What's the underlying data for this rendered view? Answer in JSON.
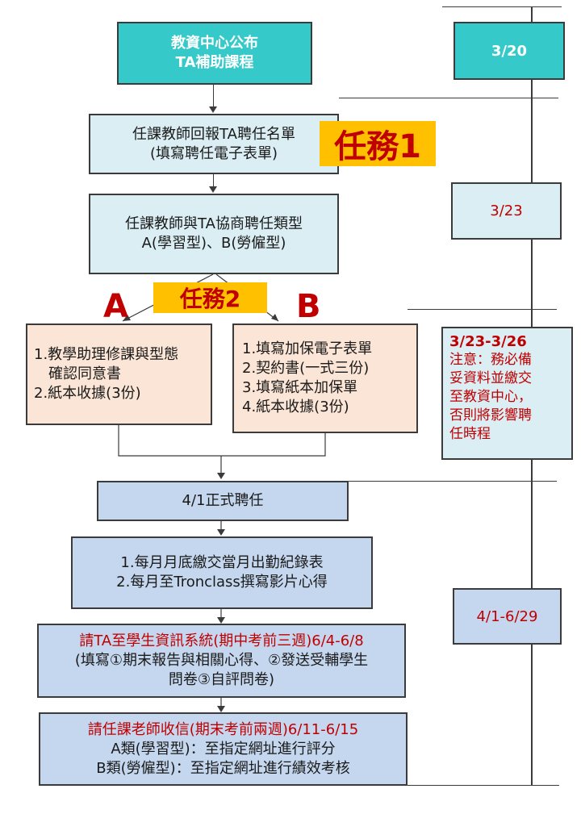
{
  "flow": {
    "step1": [
      "教資中心公布",
      "TA補助課程"
    ],
    "step2": [
      "任課教師回報TA聘任名單",
      "(填寫聘任電子表單)"
    ],
    "task1": "任務1",
    "step3": [
      "任課教師與TA協商聘任類型",
      "A(學習型)、B(勞僱型)"
    ],
    "task2": "任務2",
    "label_a": "A",
    "label_b": "B",
    "box_a": [
      "1.教學助理修課與型態",
      "確認同意書",
      "2.紙本收據(3份)"
    ],
    "box_b": [
      "1.填寫加保電子表單",
      "2.契約書(一式三份)",
      "3.填寫紙本加保單",
      "4.紙本收據(3份)"
    ],
    "step5": "4/1正式聘任",
    "step6": [
      "1.每月月底繳交當月出勤紀錄表",
      "2.每月至Tronclass撰寫影片心得"
    ],
    "step7": {
      "heading": "請TA至學生資訊系統(期中考前三週)6/4-6/8",
      "lines": [
        "(填寫①期末報告與相關心得、②發送受輔學生",
        "問卷③自評問卷)"
      ]
    },
    "step8": {
      "heading": "請任課老師收信(期末考前兩週)6/11-6/15",
      "lines": [
        "A類(學習型)：至指定網址進行評分",
        "B類(勞僱型)：至指定網址進行績效考核"
      ]
    }
  },
  "timeline": {
    "d1": "3/20",
    "d2": "3/23",
    "d3": {
      "title": "3/23-3/26",
      "note": [
        "注意：務必備",
        "妥資料並繳交",
        "至教資中心，",
        "否則將影響聘",
        "任時程"
      ]
    },
    "d4": "4/1-6/29"
  },
  "colors": {
    "teal": "#35c9c9",
    "light_blue": "#daeef3",
    "peach": "#fbe5d6",
    "blue": "#c5d7ee",
    "task_yellow": "#ffc000",
    "red": "#c00000"
  }
}
